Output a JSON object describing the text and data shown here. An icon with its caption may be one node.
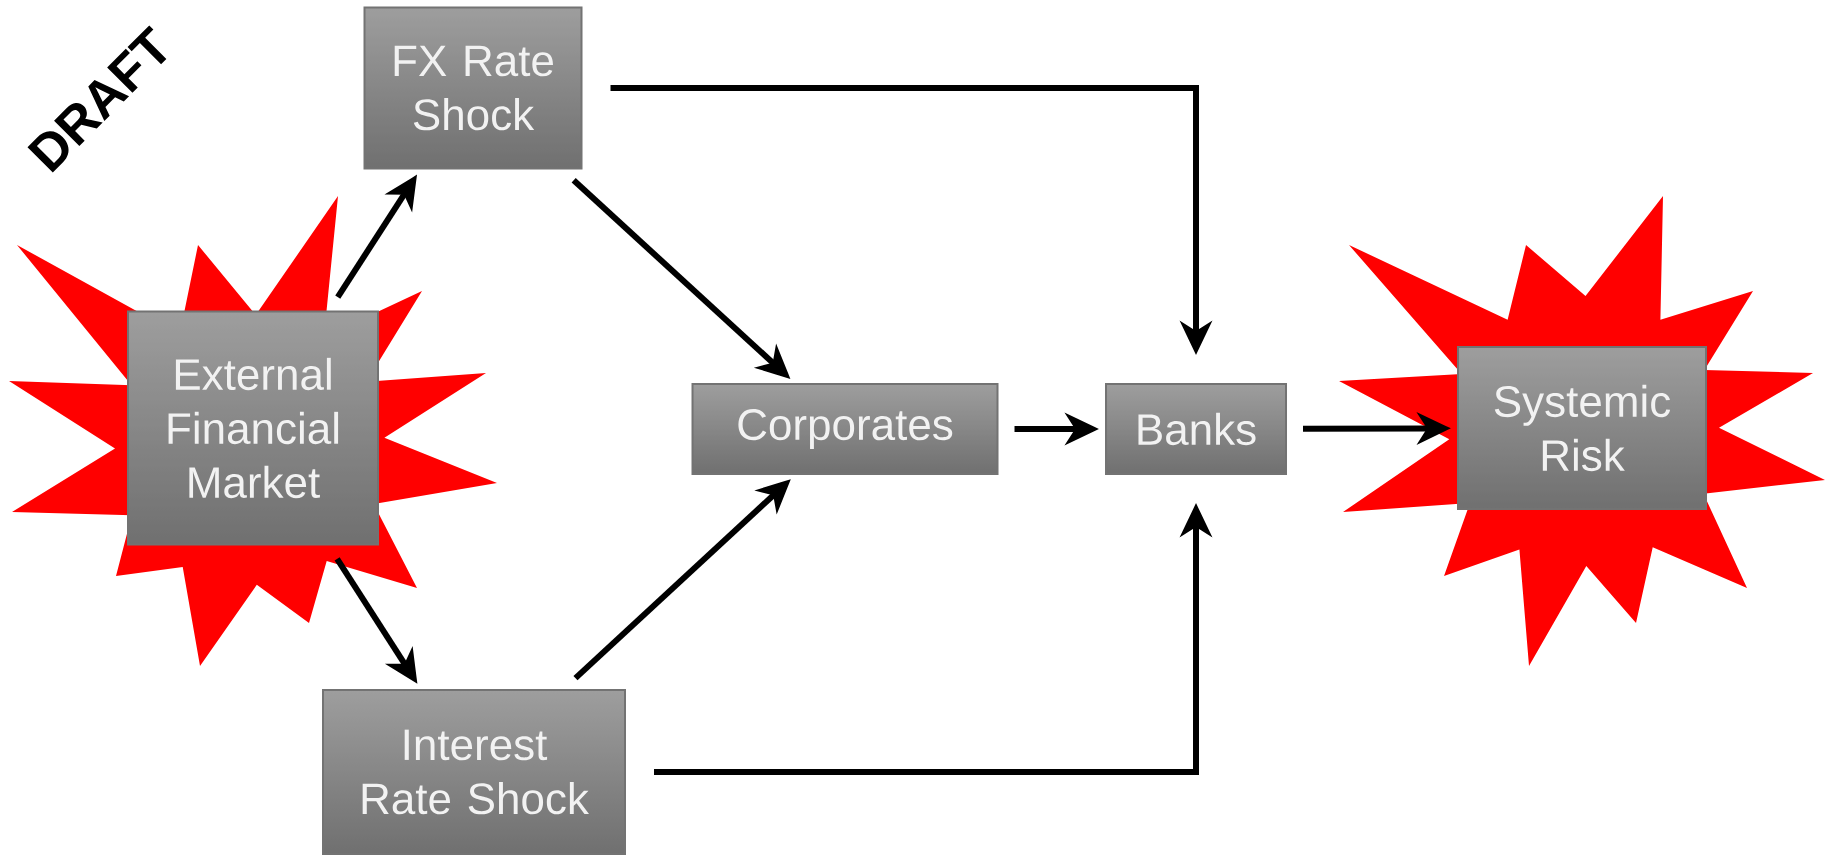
{
  "diagram": {
    "nodes": [
      {
        "text": [
          "External Financial Market"
        ]
      },
      {
        "text": [
          "FX Rate Shock"
        ]
      },
      {
        "text": [
          "Interest Rate Shock"
        ]
      },
      {
        "text": [
          "Corporates"
        ]
      },
      {
        "text": [
          "Banks"
        ]
      },
      {
        "text": [
          "Systemic Risk"
        ]
      }
    ],
    "edges": [
      {
        "from": 0,
        "to": 1,
        "arrow": "to"
      },
      {
        "from": 0,
        "to": 2,
        "arrow": "to"
      },
      {
        "from": 1,
        "to": 3,
        "arrow": "to"
      },
      {
        "from": 2,
        "to": 3,
        "arrow": "to"
      },
      {
        "from": 3,
        "to": 4,
        "arrow": "to"
      },
      {
        "from": 4,
        "to": 5,
        "arrow": "to"
      },
      {
        "from": 1,
        "to": 4,
        "arrow": "to"
      },
      {
        "from": 2,
        "to": 4,
        "arrow": "to"
      }
    ],
    "labels": [
      "DRAFT"
    ]
  }
}
